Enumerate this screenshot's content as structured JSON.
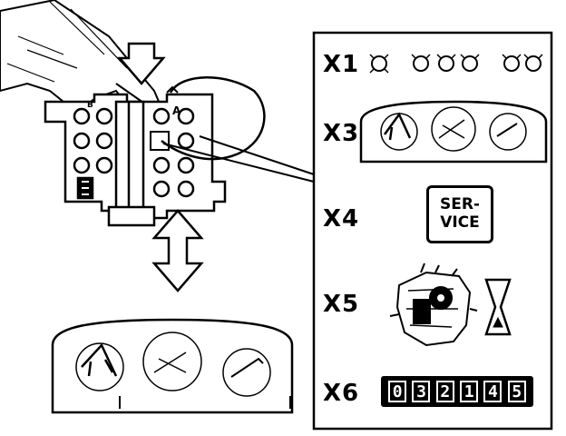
{
  "labels": {
    "x1": "X1",
    "x3": "X3",
    "x4": "X4",
    "x5": "X5",
    "x6": "X6"
  },
  "service": {
    "line1": "SER-",
    "line2": "VICE"
  },
  "odometer": {
    "digits": [
      "0",
      "3",
      "2",
      "1",
      "4",
      "5"
    ]
  },
  "connector": {
    "label_a": "A",
    "label_b": "B"
  },
  "icons": {
    "indicator_lamps": "lamp-circle-icon",
    "instrument_cluster": "dashboard-icon",
    "engine": "engine-icon",
    "hourglass": "hourglass-icon",
    "arrow": "double-arrow-icon",
    "hand": "hand-pressing-icon"
  }
}
